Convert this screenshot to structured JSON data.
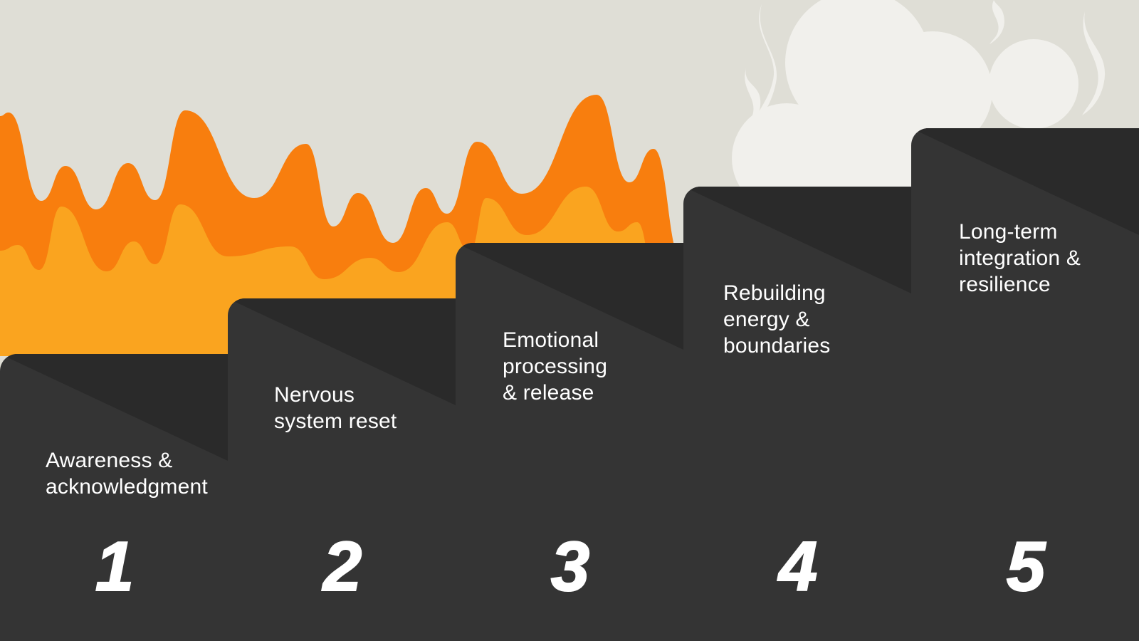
{
  "colors": {
    "background": "#DFDED6",
    "smoke": "#F1F0EC",
    "flame_back": "#F87E0E",
    "flame_front": "#FAA41F",
    "step_face": "#343434",
    "step_shadow": "#2A2A2A",
    "text": "#FFFFFF"
  },
  "decor": {
    "flames": "flame-silhouette",
    "smoke": "smoke-cloud"
  },
  "steps": [
    {
      "number": "1",
      "label_lines": [
        "Awareness &",
        "acknowledgment"
      ]
    },
    {
      "number": "2",
      "label_lines": [
        "Nervous",
        "system reset"
      ]
    },
    {
      "number": "3",
      "label_lines": [
        "Emotional",
        "processing",
        "& release"
      ]
    },
    {
      "number": "4",
      "label_lines": [
        "Rebuilding",
        "energy &",
        "boundaries"
      ]
    },
    {
      "number": "5",
      "label_lines": [
        "Long-term",
        "integration &",
        "resilience"
      ]
    }
  ]
}
